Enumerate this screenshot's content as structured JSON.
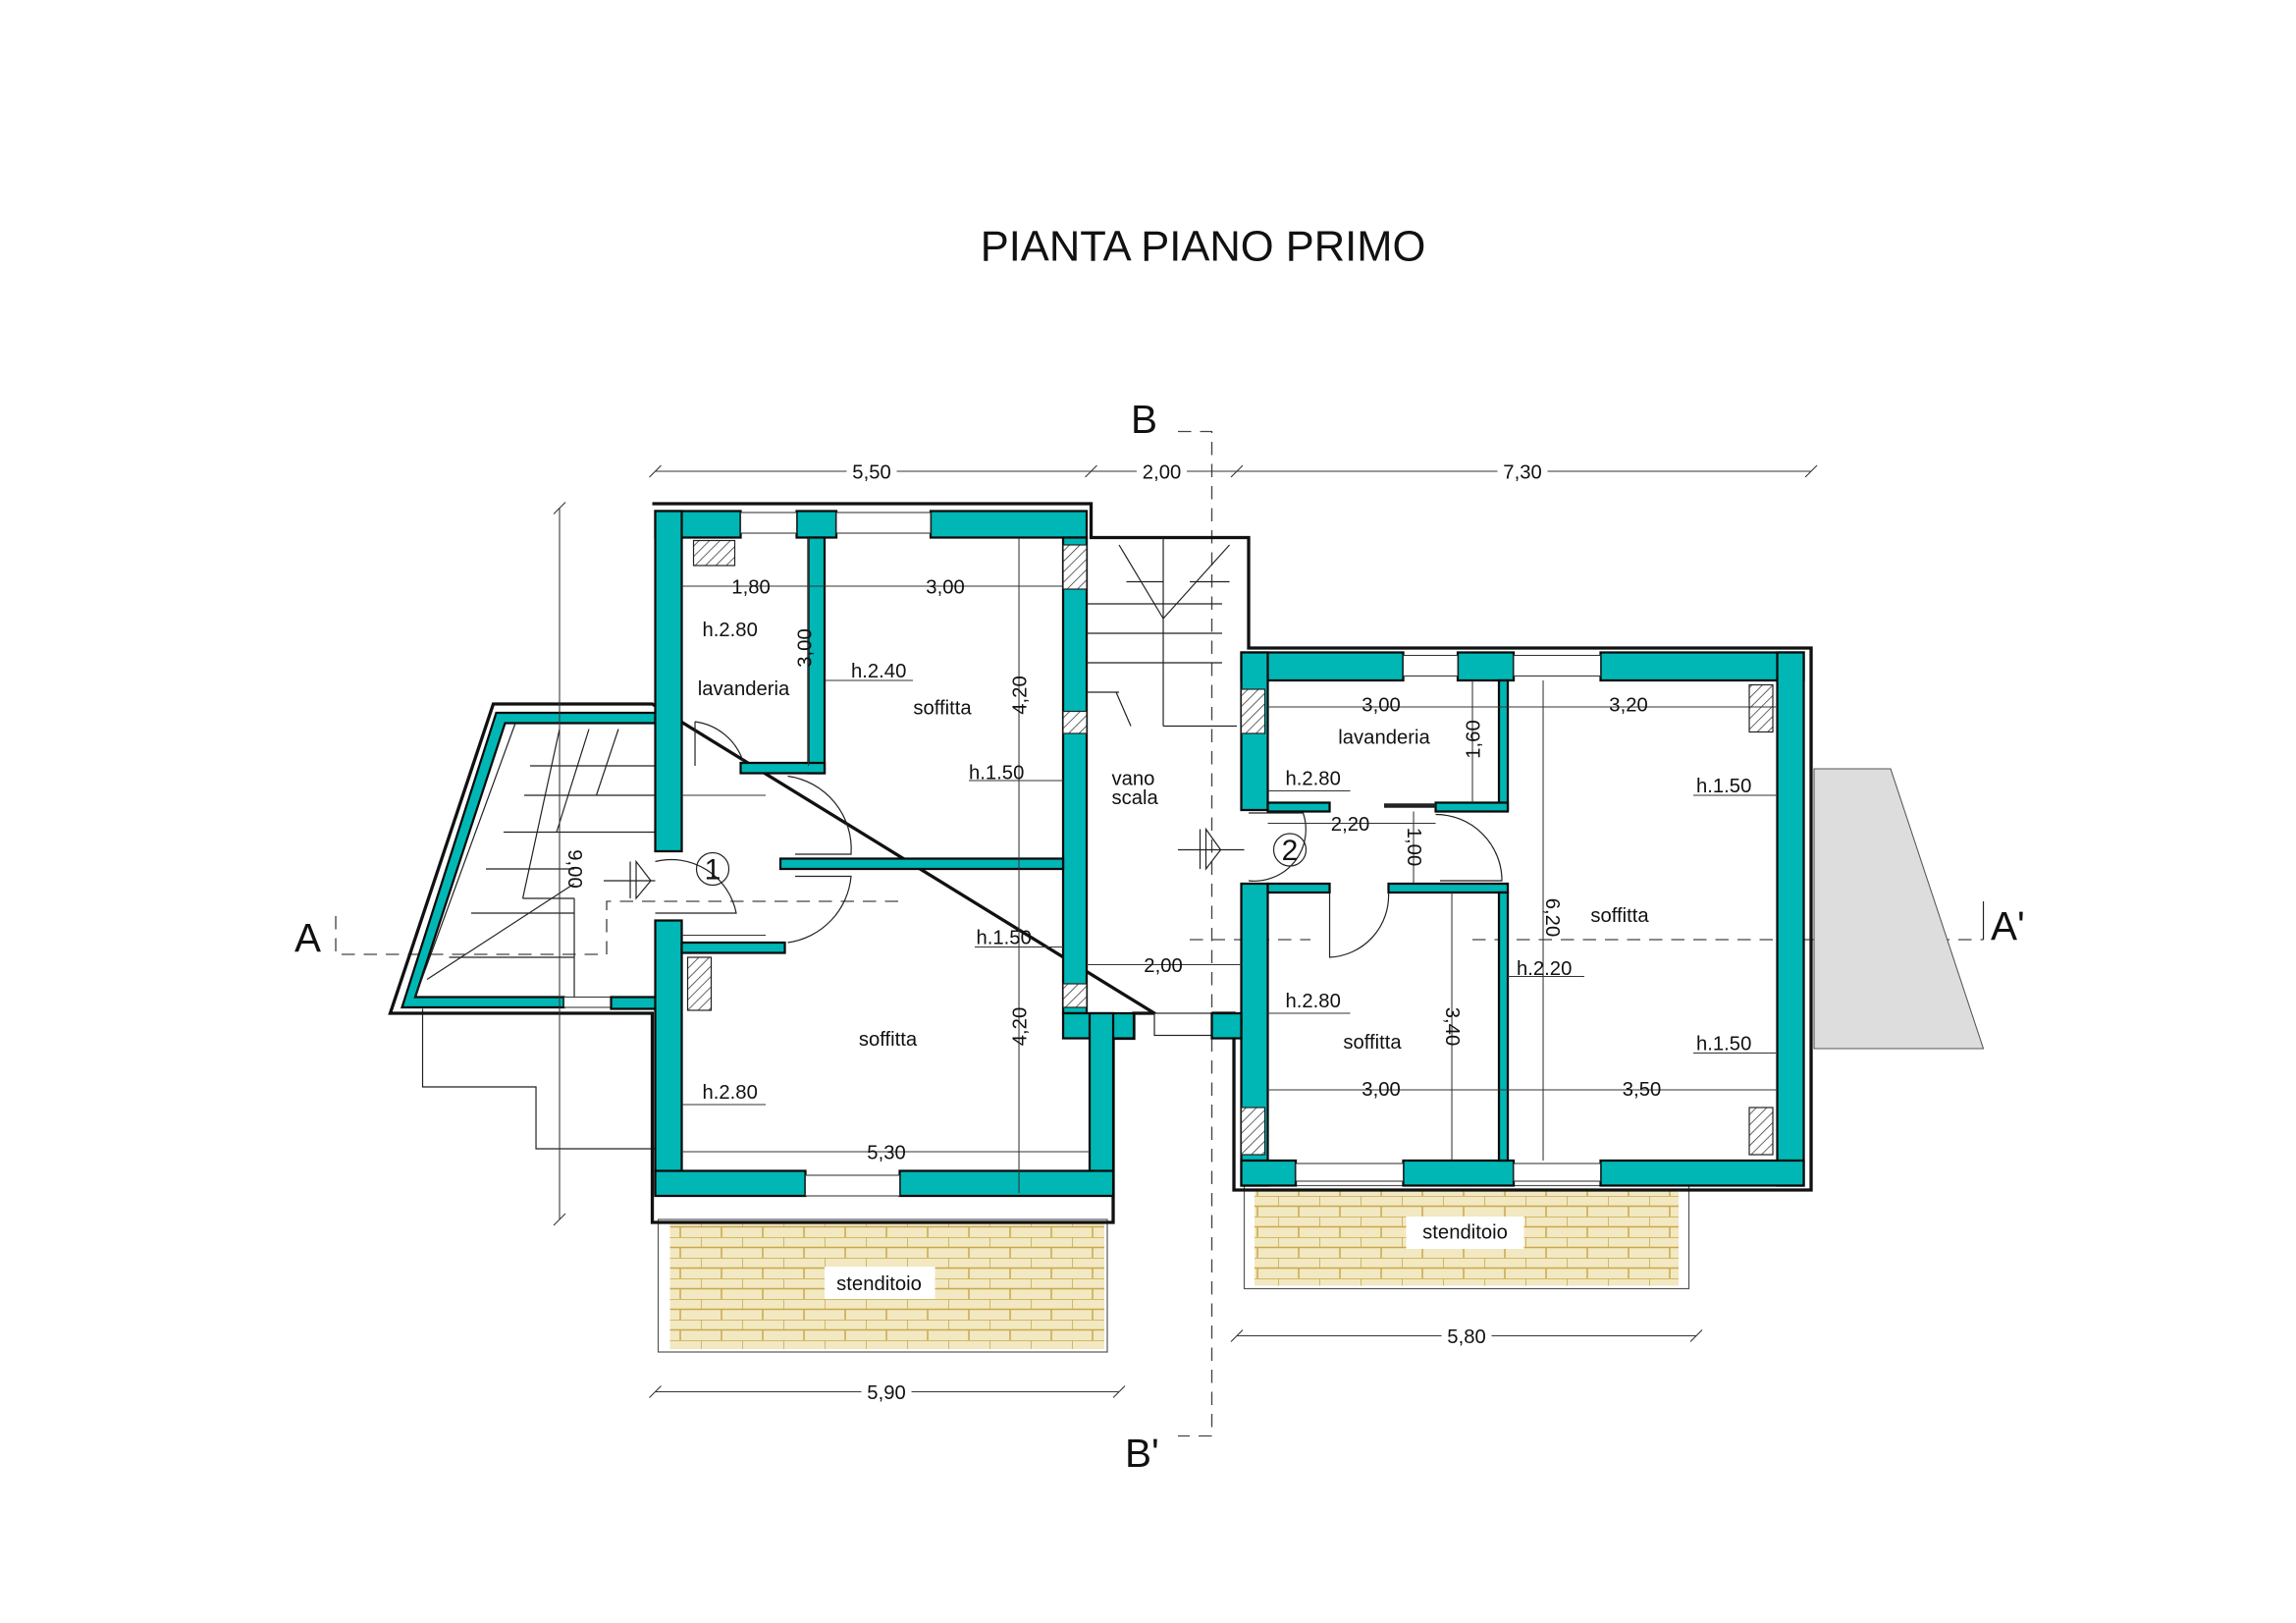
{
  "title": "PIANTA PIANO PRIMO",
  "sections": {
    "a": "A",
    "a_prime": "A'",
    "b": "B",
    "b_prime": "B'"
  },
  "colors": {
    "wall": "#00b7b5",
    "paving": "#f2e8c2",
    "paving_lines": "#c8a84c",
    "background": "#ffffff"
  },
  "dimensions": {
    "top": [
      "5,50",
      "2,00",
      "7,30"
    ],
    "overall_height": "9,00",
    "left_block": {
      "lav_width": "1,80",
      "soffitta_width": "3,00",
      "lav_depth": "3,00",
      "soffitta_depth_upper": "4,20",
      "soffitta_depth_lower": "4,20",
      "bottom_width": "5,30",
      "stair_width": "2,00"
    },
    "right_block": {
      "lav_width": "3,00",
      "soffitta_width": "3,20",
      "lav_depth": "1,60",
      "corridor_width": "2,20",
      "corridor_depth": "1,00",
      "soffitta_depth": "6,20",
      "small_soffitta_depth": "3,40",
      "small_soffitta_width": "3,00",
      "big_soffitta_width": "3,50"
    },
    "patio_left": "5,90",
    "patio_right": "5,80"
  },
  "rooms": {
    "lavanderia_1": "lavanderia",
    "soffitta_1": "soffitta",
    "soffitta_2": "soffitta",
    "vano_scala_1": "vano",
    "vano_scala_2": "scala",
    "lavanderia_2": "lavanderia",
    "soffitta_3": "soffitta",
    "soffitta_4": "soffitta",
    "stenditoio_1": "stenditoio",
    "stenditoio_2": "stenditoio"
  },
  "heights": {
    "lav1": "h.2.80",
    "soff1": "h.2.40",
    "soff1_b": "h.1.50",
    "soff2_a": "h.1.50",
    "soff2_b": "h.2.80",
    "lav2": "h.2.80",
    "soff3": "h.2.80",
    "soff4_a": "h.1.50",
    "soff4_b": "h.2.20",
    "soff4_c": "h.1.50"
  },
  "entrances": {
    "one": "1",
    "two": "2"
  }
}
